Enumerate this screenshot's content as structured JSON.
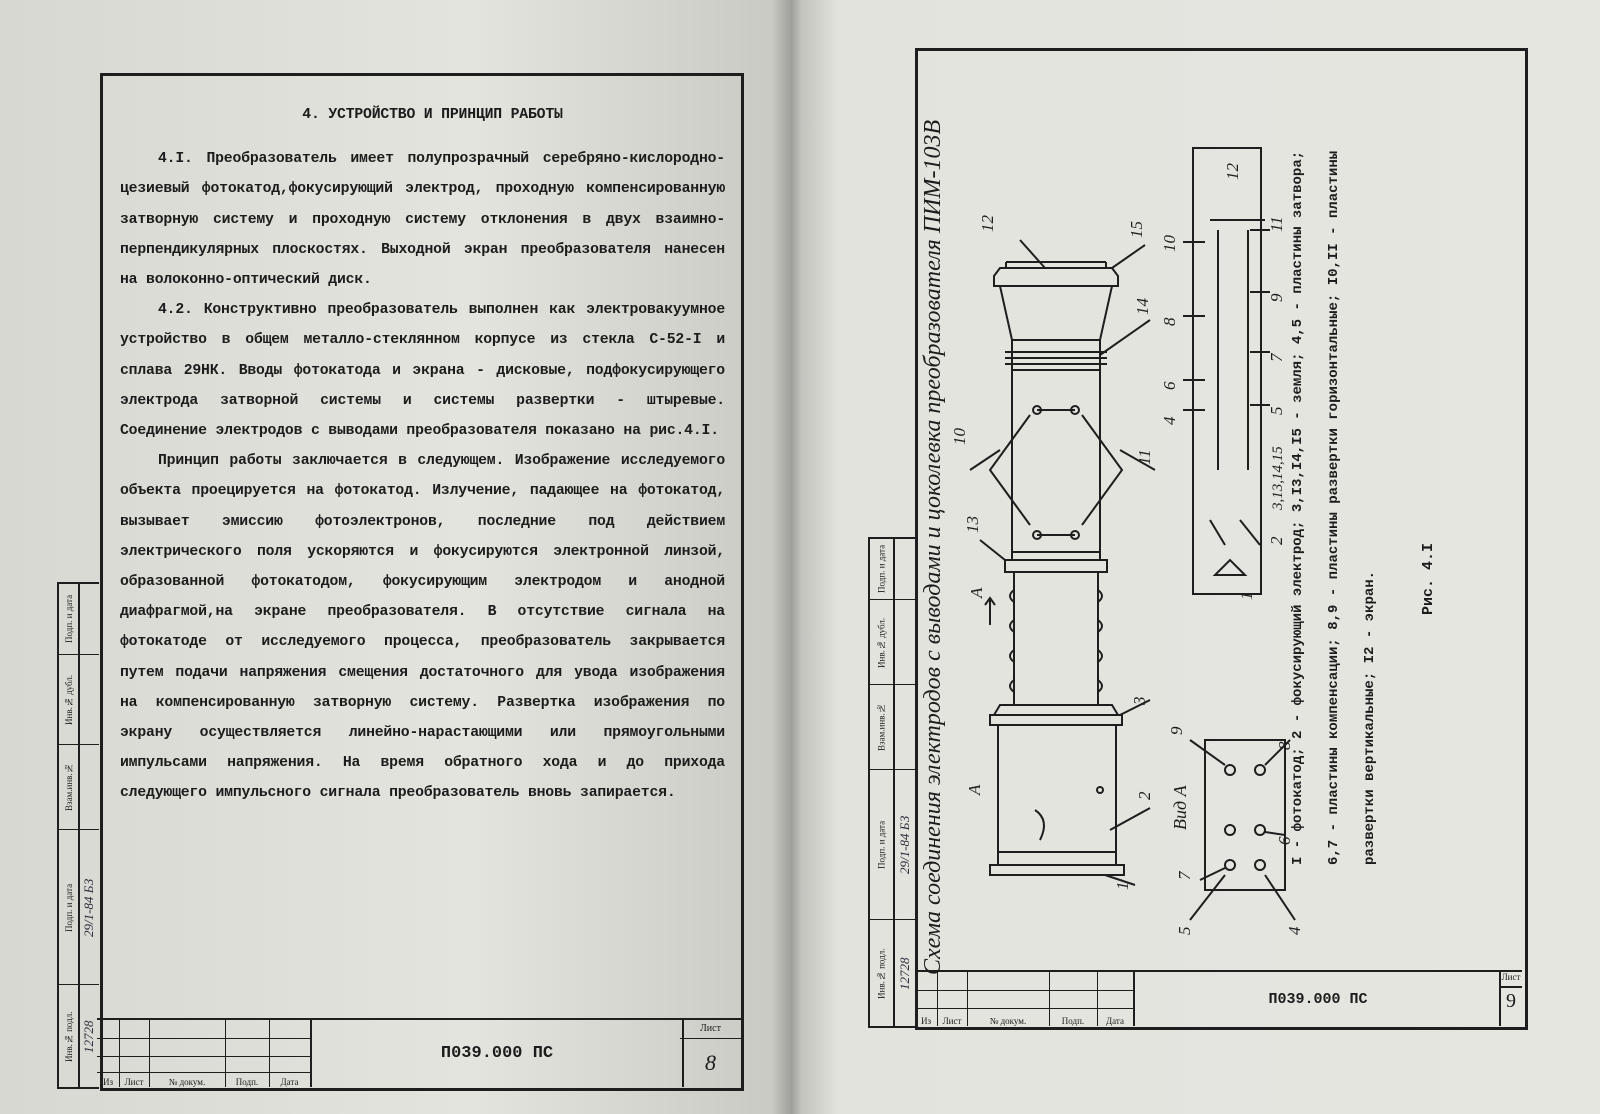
{
  "left_page": {
    "section_title": "4. УСТРОЙСТВО И ПРИНЦИП РАБОТЫ",
    "paragraphs": [
      "4.I. Преобразователь имеет полупрозрачный серебряно-кислородно-цезиевый фотокатод,фокусирующий электрод, проходную компенсированную затворную систему и проходную систему отклонения в двух взаимно-перпендикулярных плоскостях. Выходной экран преобразователя нанесен на волоконно-оптический диск.",
      "4.2. Конструктивно преобразователь выполнен как электровакуумное устройство в общем металло-стеклянном корпусе из стекла С-52-I и сплава 29НК. Вводы фотокатода и экрана - дисковые, подфокусирующего электрода затворной системы и системы развертки - штыревые. Соединение электродов с выводами преобразователя показано на рис.4.I.",
      "Принцип работы заключается в следующем. Изображение исследуемого объекта проецируется на фотокатод. Излучение, падающее на фотокатод, вызывает эмиссию фотоэлектронов, последние под действием электрического поля ускоряются и фокусируются электронной линзой, образованной фотокатодом, фокусирующим электродом и анодной диафрагмой,на экране преобразователя. В отсутствие сигнала на фотокатоде от исследуемого процесса, преобразователь закрывается путем подачи напряжения смещения достаточного для увода изображения на компенсированную затворную систему. Развертка изображения по экрану осуществляется линейно-нарастающими или прямоугольными импульсами напряжения. На время обратного хода и до прихода следующего импульсного сигнала преобразователь вновь запирается."
    ],
    "side_stamp": {
      "labels": [
        "Инв.№ подл.",
        "Подп. и дата",
        "Взам.инв.№",
        "Инв.№ дубл.",
        "Подп. и дата"
      ],
      "inv_number": "12728",
      "sign_date": "29/1-84 БЗ"
    },
    "title_block": {
      "headers": [
        "Из",
        "Лист",
        "№ докум.",
        "Подп.",
        "Дата"
      ],
      "doc_code": "П039.000 ПС",
      "sheet_label": "Лист",
      "sheet_number": "8"
    }
  },
  "right_page": {
    "figure_caption": "Схема соединения электродов с выводами и цоколевка преобразователя ПИМ-103В",
    "legend_lines": [
      "I - фотокатод; 2 - фокусирующий электрод; 3,I3,I4,I5 - земля; 4,5 - пластины затвора;",
      "6,7 - пластины компенсации; 8,9 - пластины развертки горизонтальные; I0,II - пластины",
      "развертки вертикальные; I2 - экран."
    ],
    "figure_label": "Рис. 4.I",
    "view_label": "Вид А",
    "tube_numbers": [
      "12",
      "15",
      "14",
      "10",
      "11",
      "13",
      "1",
      "A",
      "3",
      "2",
      "A"
    ],
    "view_numbers": [
      "9",
      "8",
      "7",
      "6",
      "5",
      "4"
    ],
    "pin_diagram_numbers": [
      "12",
      "10",
      "11",
      "8",
      "9",
      "6",
      "7",
      "4",
      "5",
      "1",
      "2",
      "3,13,14,15"
    ],
    "side_stamp": {
      "labels": [
        "Инв.№ подл.",
        "Подп. и дата",
        "Взам.инв.№",
        "Инв.№ дубл.",
        "Подп. и дата"
      ],
      "inv_number": "12728",
      "sign_date": "29/1-84 БЗ"
    },
    "title_block": {
      "headers": [
        "Из",
        "Лист",
        "№ докум.",
        "Подп.",
        "Дата"
      ],
      "doc_code": "П039.000 ПС",
      "sheet_label": "Лист",
      "sheet_number": "9"
    }
  }
}
